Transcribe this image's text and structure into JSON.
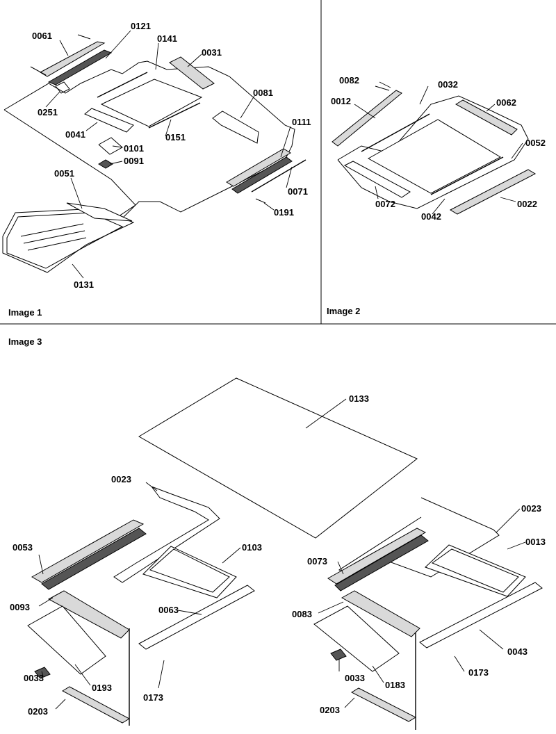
{
  "panels": {
    "image1": {
      "caption": "Image 1"
    },
    "image2": {
      "caption": "Image 2"
    },
    "image3": {
      "caption": "Image 3"
    }
  },
  "callouts": {
    "p1": {
      "c0061": "0061",
      "c0121": "0121",
      "c0141": "0141",
      "c0031": "0031",
      "c0081": "0081",
      "c0251": "0251",
      "c0041": "0041",
      "c0151": "0151",
      "c0101": "0101",
      "c0091": "0091",
      "c0111": "0111",
      "c0071": "0071",
      "c0191": "0191",
      "c0051": "0051",
      "c0131": "0131"
    },
    "p2": {
      "c0082": "0082",
      "c0032": "0032",
      "c0012": "0012",
      "c0062": "0062",
      "c0052": "0052",
      "c0072": "0072",
      "c0042": "0042",
      "c0022": "0022"
    },
    "p3": {
      "c0133": "0133",
      "c0023a": "0023",
      "c0023b": "0023",
      "c0053": "0053",
      "c0103": "0103",
      "c0073": "0073",
      "c0013": "0013",
      "c0093": "0093",
      "c0063": "0063",
      "c0083": "0083",
      "c0033a": "0033",
      "c0193": "0193",
      "c0173a": "0173",
      "c0043": "0043",
      "c0033b": "0033",
      "c0183": "0183",
      "c0173b": "0173",
      "c0203a": "0203",
      "c0203b": "0203"
    }
  }
}
